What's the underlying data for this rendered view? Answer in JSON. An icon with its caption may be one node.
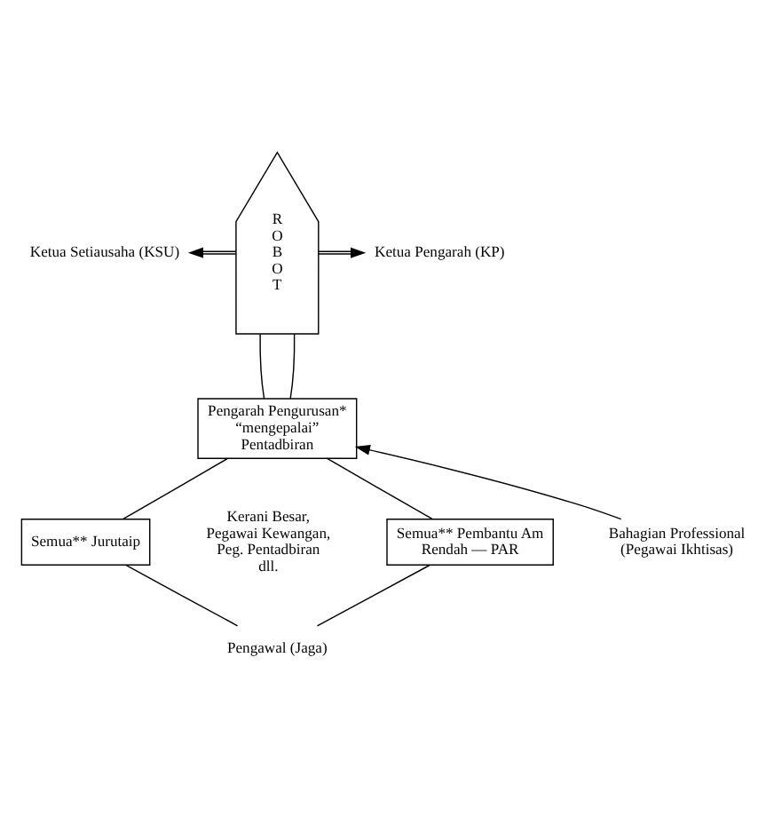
{
  "diagram": {
    "nodes": [
      {
        "text": [
          "R O B O T"
        ]
      },
      {
        "text": [
          "Ketua Setiausaha (KSU)"
        ]
      },
      {
        "text": [
          "Ketua Pengarah (KP)"
        ]
      },
      {
        "text": [
          "Pengarah Pengurusan* “mengepalai” Pentadbiran"
        ]
      },
      {
        "text": [
          "Semua** Jurutaip"
        ]
      },
      {
        "text": [
          "Semua** Pembantu Am Rendah — PAR"
        ]
      },
      {
        "text": [
          "Bahagian Professional (Pegawai Ikhtisas)"
        ]
      },
      {
        "text": [
          "Pengawal (Jaga)"
        ]
      }
    ],
    "edges": [
      {
        "from": 0,
        "to": 1,
        "arrow": "to"
      },
      {
        "from": 0,
        "to": 2,
        "arrow": "to"
      },
      {
        "from": 0,
        "to": 3,
        "arrow": "none"
      },
      {
        "from": 0,
        "to": 3,
        "arrow": "none"
      },
      {
        "from": 3,
        "to": 4,
        "arrow": "none"
      },
      {
        "from": 3,
        "to": 5,
        "arrow": "none"
      },
      {
        "from": 6,
        "to": 3,
        "arrow": "to"
      },
      {
        "from": 4,
        "to": 7,
        "arrow": "none"
      },
      {
        "from": 5,
        "to": 7,
        "arrow": "none"
      }
    ],
    "labels": [
      "Kerani Besar, Pegawai Kewangan, Peg. Pentadbiran dll."
    ]
  }
}
